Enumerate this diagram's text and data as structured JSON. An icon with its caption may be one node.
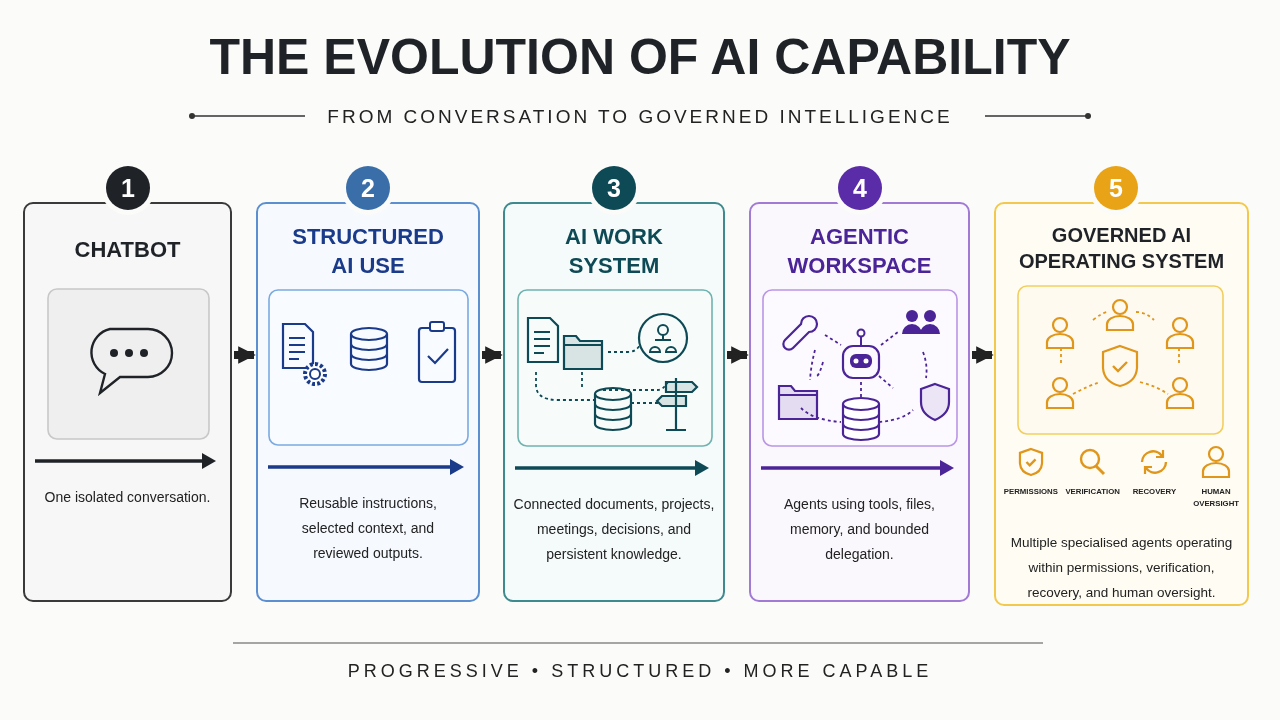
{
  "diagram": {
    "title": "THE EVOLUTION OF AI CAPABILITY",
    "nodes": [
      {
        "text": [
          "1"
        ]
      },
      {
        "text": [
          "CHATBOT",
          "One isolated conversation."
        ]
      },
      {
        "text": [
          "2"
        ]
      },
      {
        "text": [
          "STRUCTURED AI USE",
          "Reusable instructions, selected context, and reviewed outputs."
        ]
      },
      {
        "text": [
          "3"
        ]
      },
      {
        "text": [
          "AI WORK SYSTEM",
          "Connected documents, projects, meetings, decisions, and persistent knowledge."
        ]
      },
      {
        "text": [
          "4"
        ]
      },
      {
        "text": [
          "AGENTIC WORKSPACE",
          "Agents using tools, files, memory, and bounded delegation."
        ]
      },
      {
        "text": [
          "5"
        ]
      },
      {
        "text": [
          "GOVERNED AI OPERATING SYSTEM",
          "PERMISSIONS",
          "VERIFICATION",
          "RECOVERY",
          "HUMAN OVERSIGHT",
          "Multiple specialised agents operating within permissions, verification, recovery, and human oversight."
        ]
      }
    ],
    "edges": [
      {
        "from": 1,
        "to": 3,
        "arrow": "to"
      },
      {
        "from": 3,
        "to": 5,
        "arrow": "to"
      },
      {
        "from": 5,
        "to": 7,
        "arrow": "to"
      },
      {
        "from": 7,
        "to": 9,
        "arrow": "to"
      }
    ],
    "labels": [
      "FROM CONVERSATION TO GOVERNED INTELLIGENCE",
      "PROGRESSIVE • STRUCTURED • MORE CAPABLE"
    ]
  }
}
